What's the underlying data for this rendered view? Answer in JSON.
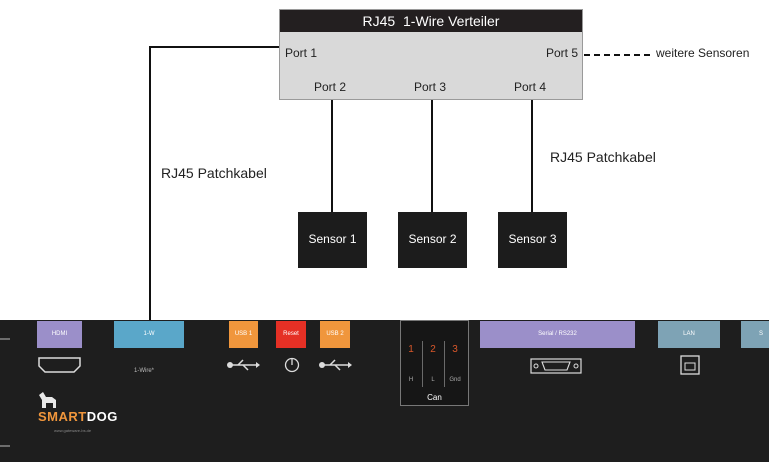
{
  "distributor": {
    "title": "RJ45  1-Wire Verteiler",
    "ports": [
      "Port 1",
      "Port 2",
      "Port 3",
      "Port 4",
      "Port 5"
    ]
  },
  "labels": {
    "more_sensors": "weitere Sensoren",
    "patch_left": "RJ45 Patchkabel",
    "patch_right": "RJ45 Patchkabel"
  },
  "sensors": [
    "Sensor 1",
    "Sensor 2",
    "Sensor 3"
  ],
  "device": {
    "buttons": {
      "hdmi": "HDMI",
      "onewire": "1-W",
      "usb1": "USB 1",
      "reset": "Reset",
      "usb2": "USB 2",
      "serial": "Serial / RS232",
      "lan": "LAN",
      "cut": "S"
    },
    "onewire_sub": "1-Wire*",
    "can": {
      "nums": [
        "1",
        "2",
        "3"
      ],
      "subs": [
        "H",
        "L",
        "Gnd"
      ],
      "label": "Can"
    },
    "logo": {
      "smart": "SMART",
      "dog": "DOG",
      "tag": "www.gateware-bs.de"
    },
    "colors": {
      "purple": "#9b8fc9",
      "blue": "#5aa7c9",
      "orange": "#f0963c",
      "red": "#e53025",
      "slate": "#7ea3b5",
      "can_num": "#d9572a"
    }
  }
}
